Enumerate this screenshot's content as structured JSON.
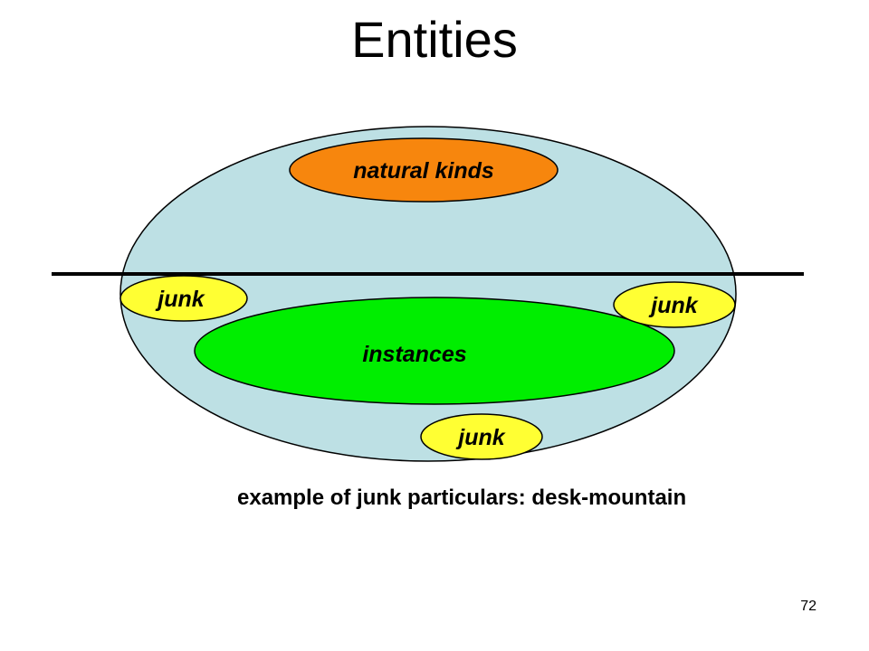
{
  "title": "Entities",
  "diagram": {
    "regions": {
      "natural_kinds": {
        "label": "natural kinds",
        "color": "#f7860d"
      },
      "instances": {
        "label": "instances",
        "color": "#00ee00"
      },
      "junk_left": {
        "label": "junk",
        "color": "#ffff33"
      },
      "junk_right": {
        "label": "junk",
        "color": "#ffff33"
      },
      "junk_bottom": {
        "label": "junk",
        "color": "#ffff33"
      }
    },
    "outer_color": "#bde0e4"
  },
  "caption": "example of junk particulars: desk-mountain",
  "page_number": "72"
}
